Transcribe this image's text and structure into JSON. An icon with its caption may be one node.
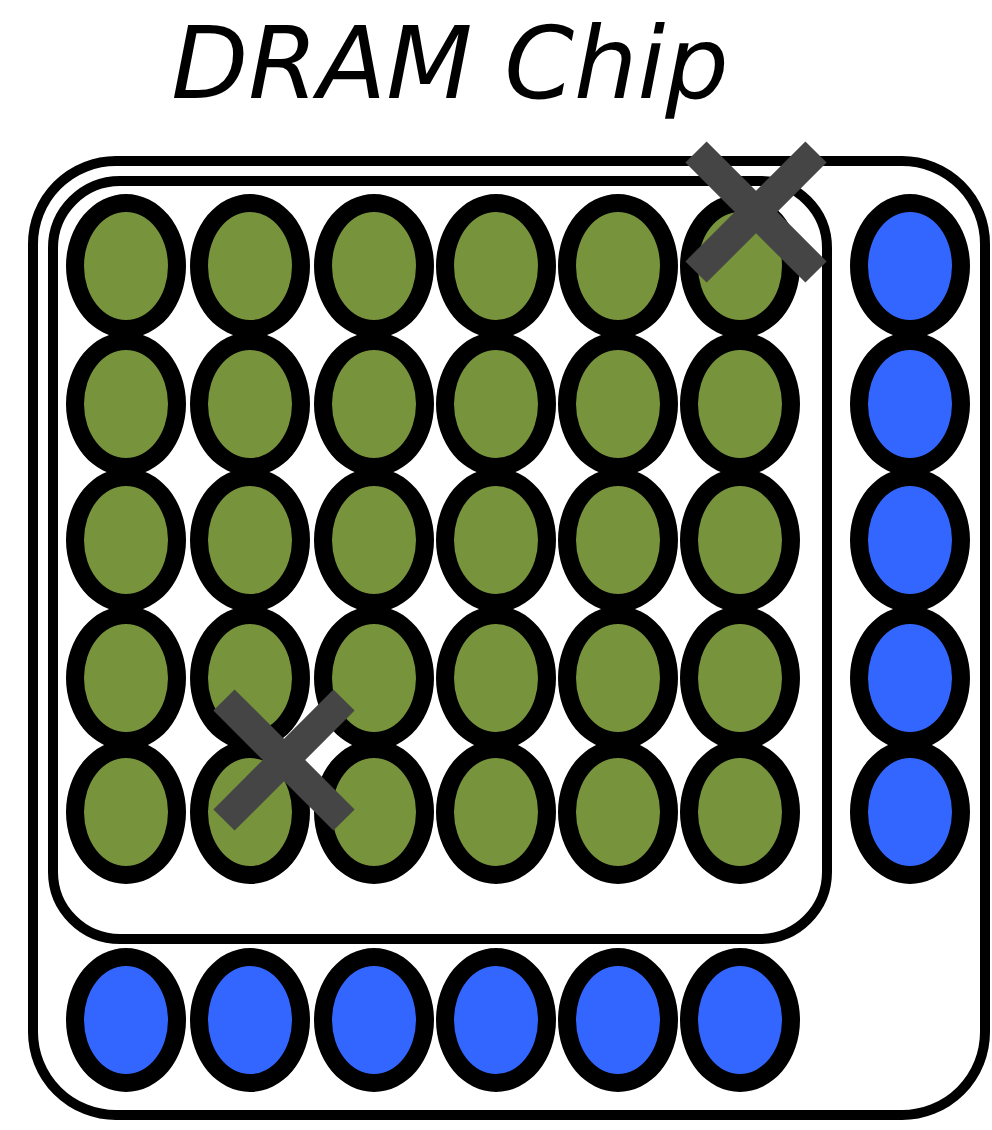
{
  "diagram": {
    "title": "DRAM Chip",
    "nodes": [
      {
        "text": [],
        "shape": "box"
      },
      {
        "text": [],
        "shape": "box",
        "in": 0
      },
      {
        "text": [],
        "shape": "circle",
        "in": 1
      },
      {
        "text": [],
        "shape": "circle",
        "in": 1
      },
      {
        "text": [],
        "shape": "circle",
        "in": 1
      },
      {
        "text": [],
        "shape": "circle",
        "in": 1
      },
      {
        "text": [],
        "shape": "circle",
        "in": 1
      },
      {
        "text": [],
        "shape": "circle",
        "in": 1
      },
      {
        "text": [],
        "shape": "circle",
        "in": 1
      },
      {
        "text": [],
        "shape": "circle",
        "in": 1
      },
      {
        "text": [],
        "shape": "circle",
        "in": 1
      },
      {
        "text": [],
        "shape": "circle",
        "in": 1
      },
      {
        "text": [],
        "shape": "circle",
        "in": 1
      },
      {
        "text": [],
        "shape": "circle",
        "in": 1
      },
      {
        "text": [],
        "shape": "circle",
        "in": 1
      },
      {
        "text": [],
        "shape": "circle",
        "in": 1
      },
      {
        "text": [],
        "shape": "circle",
        "in": 1
      },
      {
        "text": [],
        "shape": "circle",
        "in": 1
      },
      {
        "text": [],
        "shape": "circle",
        "in": 1
      },
      {
        "text": [],
        "shape": "circle",
        "in": 1
      },
      {
        "text": [],
        "shape": "circle",
        "in": 1
      },
      {
        "text": [],
        "shape": "circle",
        "in": 1
      },
      {
        "text": [],
        "shape": "circle",
        "in": 1
      },
      {
        "text": [],
        "shape": "circle",
        "in": 1
      },
      {
        "text": [],
        "shape": "circle",
        "in": 1
      },
      {
        "text": [],
        "shape": "circle",
        "in": 1
      },
      {
        "text": [],
        "shape": "circle",
        "in": 1
      },
      {
        "text": [],
        "shape": "circle",
        "in": 1
      },
      {
        "text": [],
        "shape": "circle",
        "in": 1
      },
      {
        "text": [],
        "shape": "circle",
        "in": 1
      },
      {
        "text": [],
        "shape": "circle",
        "in": 1
      },
      {
        "text": [],
        "shape": "circle",
        "in": 1
      },
      {
        "text": [],
        "shape": "circle",
        "in": 0
      },
      {
        "text": [],
        "shape": "circle",
        "in": 0
      },
      {
        "text": [],
        "shape": "circle",
        "in": 0
      },
      {
        "text": [],
        "shape": "circle",
        "in": 0
      },
      {
        "text": [],
        "shape": "circle",
        "in": 0
      },
      {
        "text": [],
        "shape": "circle",
        "in": 0
      },
      {
        "text": [],
        "shape": "circle",
        "in": 0
      },
      {
        "text": [],
        "shape": "circle",
        "in": 0
      },
      {
        "text": [],
        "shape": "circle",
        "in": 0
      },
      {
        "text": [],
        "shape": "circle",
        "in": 0
      },
      {
        "text": [],
        "shape": "circle",
        "in": 0
      }
    ]
  }
}
